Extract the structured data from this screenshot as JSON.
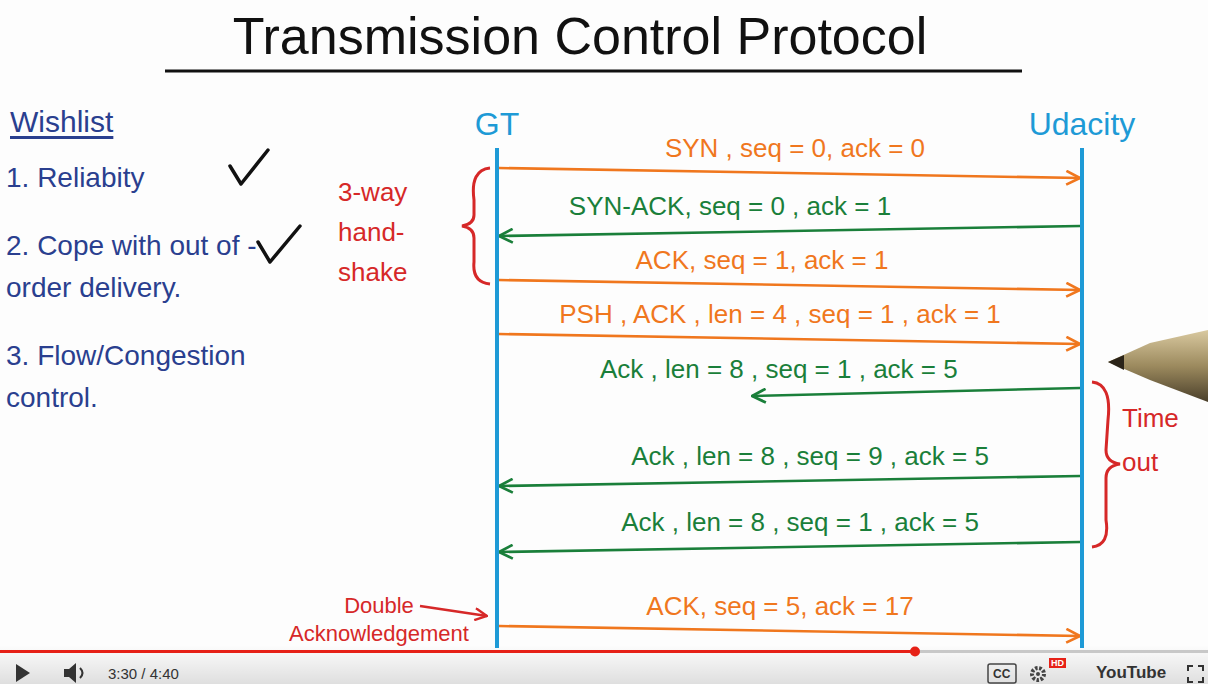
{
  "diagram": {
    "title": "Transmission Control Protocol",
    "nodes": [
      {
        "text": [
          "GT"
        ]
      },
      {
        "text": [
          "Udacity"
        ]
      }
    ],
    "edges": [
      {
        "from": 0,
        "to": 1,
        "arrow": "to",
        "label": "SYN , seq = 0, ack = 0"
      },
      {
        "from": 1,
        "to": 0,
        "arrow": "to",
        "label": "SYN-ACK, seq = 0 , ack = 1"
      },
      {
        "from": 0,
        "to": 1,
        "arrow": "to",
        "label": "ACK, seq = 1, ack = 1"
      },
      {
        "from": 0,
        "to": 1,
        "arrow": "to",
        "label": "PSH , ACK , len = 4 , seq = 1 , ack = 1"
      },
      {
        "from": 1,
        "to": 0,
        "arrow": "to",
        "label": "Ack , len = 8 , seq = 9 , ack = 5"
      },
      {
        "from": 1,
        "to": 0,
        "arrow": "to",
        "label": "Ack , len = 8 , seq = 1 , ack = 5"
      },
      {
        "from": 0,
        "to": 1,
        "arrow": "to",
        "label": "ACK, seq = 5, ack = 17"
      }
    ],
    "labels": [
      "Wishlist",
      "1. Reliabity",
      "2. Cope with out of -order delivery.",
      "3. Flow/Congestion control.",
      "3-way hand- shake",
      "Ack , len = 8 , seq = 1 , ack = 5",
      "Time out",
      "Double Acknowledgement",
      "3:30 / 4:40",
      "CC",
      "HD",
      "YouTube"
    ]
  }
}
